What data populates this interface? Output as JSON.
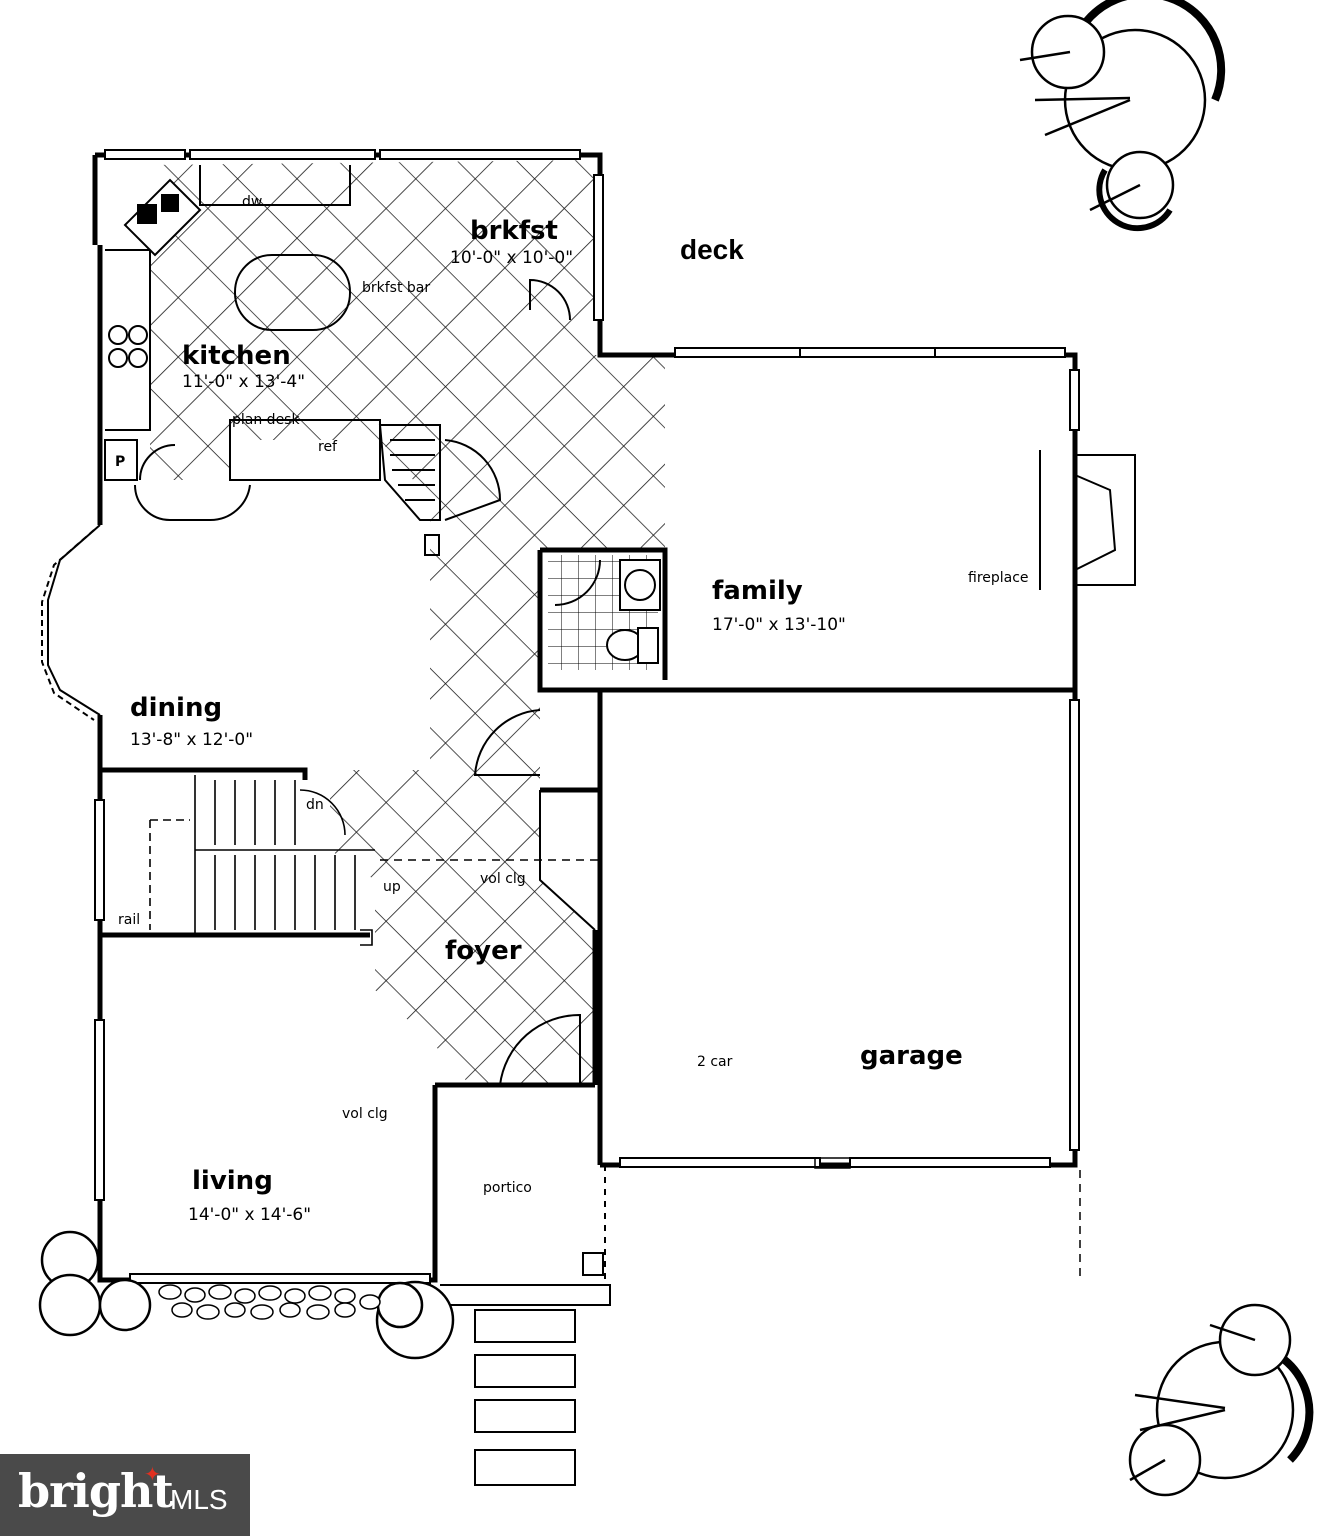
{
  "rooms": {
    "brkfst": {
      "name": "brkfst",
      "dims": "10'-0\" x 10'-0\""
    },
    "kitchen": {
      "name": "kitchen",
      "dims": "11'-0\" x 13'-4\""
    },
    "family": {
      "name": "family",
      "dims": "17'-0\" x 13'-10\""
    },
    "dining": {
      "name": "dining",
      "dims": "13'-8\" x 12'-0\""
    },
    "living": {
      "name": "living",
      "dims": "14'-0\" x 14'-6\""
    },
    "foyer": {
      "name": "foyer"
    },
    "garage": {
      "name": "garage",
      "note": "2 car"
    },
    "portico": {
      "name": "portico"
    },
    "deck": {
      "name": "deck"
    }
  },
  "labels": {
    "dw": "dw",
    "brkfst_bar": "brkfst bar",
    "plan_desk": "plan desk",
    "ref": "ref",
    "pantry": "P",
    "fireplace": "fireplace",
    "vol_clg_foyer": "vol clg",
    "vol_clg_living": "vol clg",
    "dn": "dn",
    "up": "up",
    "rail": "rail"
  },
  "watermark": {
    "brand": "bright",
    "suffix": "MLS",
    "bg_color": "#4a4a4a",
    "accent": "#e03020"
  }
}
